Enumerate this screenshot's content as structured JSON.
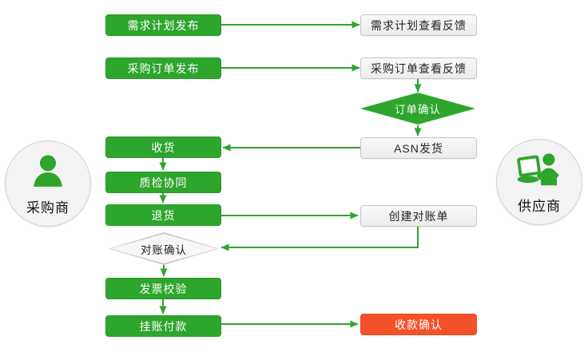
{
  "actors": {
    "buyer": {
      "label": "采购商",
      "icon": "person-icon"
    },
    "supplier": {
      "label": "供应商",
      "icon": "person-at-computer-icon"
    }
  },
  "nodes": {
    "demand_plan_publish": {
      "label": "需求计划发布",
      "type": "process",
      "color": "green"
    },
    "demand_plan_feedback": {
      "label": "需求计划查看反馈",
      "type": "process",
      "color": "white"
    },
    "po_publish": {
      "label": "采购订单发布",
      "type": "process",
      "color": "green"
    },
    "po_feedback": {
      "label": "采购订单查看反馈",
      "type": "process",
      "color": "white"
    },
    "order_confirm": {
      "label": "订单确认",
      "type": "decision",
      "color": "green"
    },
    "asn_ship": {
      "label": "ASN发货",
      "type": "process",
      "color": "white"
    },
    "receive": {
      "label": "收货",
      "type": "process",
      "color": "green"
    },
    "quality_check": {
      "label": "质检协同",
      "type": "process",
      "color": "green"
    },
    "return_goods": {
      "label": "退货",
      "type": "process",
      "color": "green"
    },
    "create_statement": {
      "label": "创建对账单",
      "type": "process",
      "color": "white"
    },
    "reconcile_confirm": {
      "label": "对账确认",
      "type": "decision",
      "color": "gray"
    },
    "invoice_verify": {
      "label": "发票校验",
      "type": "process",
      "color": "green"
    },
    "payment": {
      "label": "挂账付款",
      "type": "process",
      "color": "green"
    },
    "receipt_confirm": {
      "label": "收款确认",
      "type": "process",
      "color": "red"
    }
  },
  "colors": {
    "accent_green": "#2EA52D",
    "alert_red": "#F4502A",
    "neutral_box_bg": "#F2F2F2",
    "neutral_border": "#C6C6C6",
    "text_on_green": "#FFFFFF",
    "text_dark": "#1F1F1F"
  }
}
